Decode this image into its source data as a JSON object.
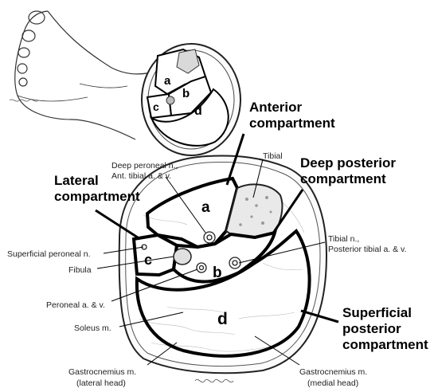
{
  "compartments": {
    "anterior": [
      "Anterior",
      "compartment"
    ],
    "lateral": [
      "Lateral",
      "compartment"
    ],
    "deep_posterior": [
      "Deep posterior",
      "compartment"
    ],
    "superficial_posterior": [
      "Superficial",
      "posterior",
      "compartment"
    ]
  },
  "labels": {
    "tibial": "Tibial",
    "deep_peroneal": [
      "Deep peroneal n.,",
      "Ant. tibial a. & v."
    ],
    "superficial_peroneal": "Superficial peroneal n.",
    "fibula": "Fibula",
    "peroneal_av": "Peroneal a. & v.",
    "soleus": "Soleus m.",
    "tibial_n": [
      "Tibial n.,",
      "Posterior tibial a. & v."
    ],
    "gastro_lateral": [
      "Gastrocnemius m.",
      "(lateral head)"
    ],
    "gastro_medial": [
      "Gastrocnemius m.",
      "(medial head)"
    ]
  },
  "letters": {
    "inset": {
      "a": "a",
      "b": "b",
      "c": "c",
      "d": "d"
    },
    "main": {
      "a": "a",
      "b": "b",
      "c": "c",
      "d": "d"
    }
  },
  "colors": {
    "ink": "#000000",
    "text": "#222222",
    "bone": "#e9e9e9"
  }
}
